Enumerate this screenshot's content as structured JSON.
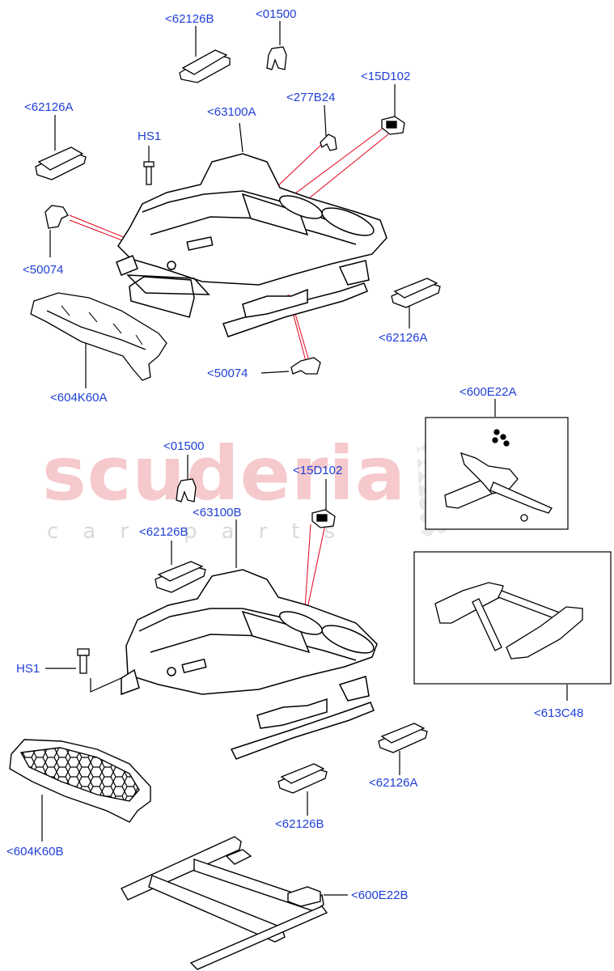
{
  "watermark": {
    "brand": "scuderia",
    "tagline": "car parts"
  },
  "labels": {
    "l_62126B_top": "<62126B",
    "l_01500_top": "<01500",
    "l_62126A_top": "<62126A",
    "l_63100A": "<63100A",
    "l_277B24": "<277B24",
    "l_15D102_top": "<15D102",
    "l_HS1_top": "HS1",
    "l_50074_left": "<50074",
    "l_62126A_mid": "<62126A",
    "l_50074_mid": "<50074",
    "l_604K60A": "<604K60A",
    "l_600E22A": "<600E22A",
    "l_01500_mid": "<01500",
    "l_15D102_mid": "<15D102",
    "l_62126B_mid": "<62126B",
    "l_63100B": "<63100B",
    "l_HS1_bot": "HS1",
    "l_613C48": "<613C48",
    "l_62126A_bot": "<62126A",
    "l_62126B_bot": "<62126B",
    "l_604K60B": "<604K60B",
    "l_600E22B": "<600E22B"
  },
  "colors": {
    "label_text": "#1f3fd6",
    "leader_line": "#000000",
    "pointer_line": "#e0001a",
    "part_outline": "#000000",
    "watermark_brand": "#f6c9cc",
    "watermark_tagline": "#d9d9d9"
  }
}
